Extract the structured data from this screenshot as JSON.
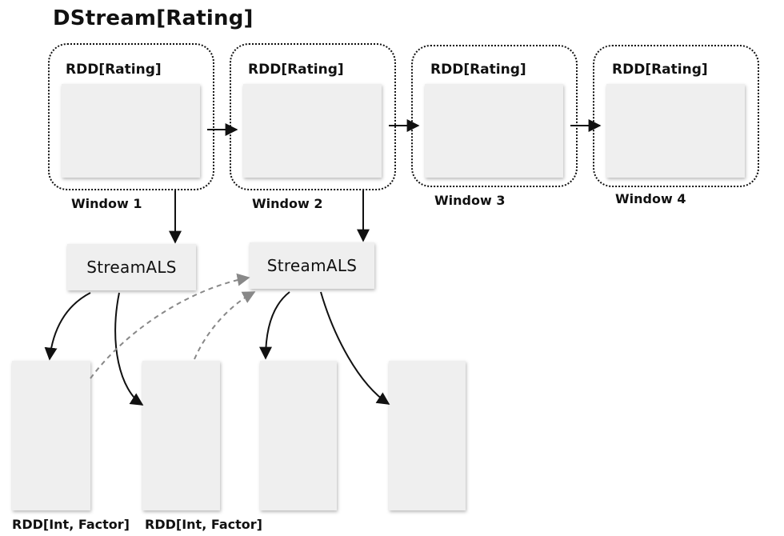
{
  "title": "DStream[Rating]",
  "windows": [
    {
      "rdd_label": "RDD[Rating]",
      "label": "Window 1"
    },
    {
      "rdd_label": "RDD[Rating]",
      "label": "Window 2"
    },
    {
      "rdd_label": "RDD[Rating]",
      "label": "Window 3"
    },
    {
      "rdd_label": "RDD[Rating]",
      "label": "Window 4"
    }
  ],
  "stream_als": [
    {
      "label": "StreamALS"
    },
    {
      "label": "StreamALS"
    }
  ],
  "factor_rdds": [
    {
      "label": "RDD[Int, Factor]"
    },
    {
      "label": "RDD[Int, Factor]"
    },
    {
      "label": ""
    },
    {
      "label": ""
    }
  ],
  "colors": {
    "card_fill": "#efefef",
    "solid_arrow": "#111111",
    "dashed_arrow": "#888888"
  }
}
